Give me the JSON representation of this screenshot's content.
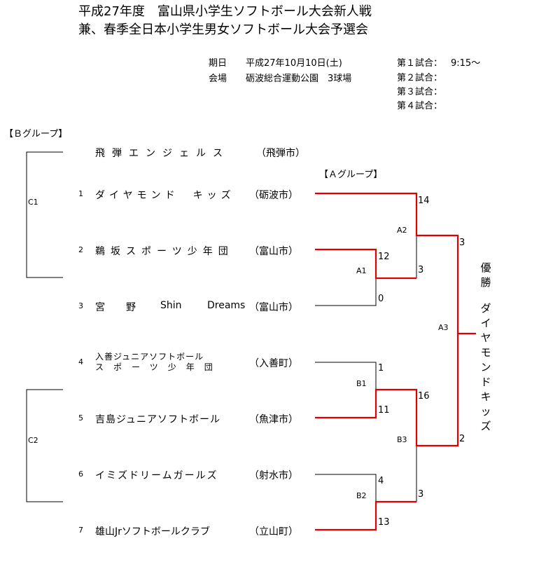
{
  "header": {
    "title_line1": "平成27年度　富山県小学生ソフトボール大会新人戦",
    "title_line2": "兼、春季全日本小学生男女ソフトボール大会予選会",
    "date_label": "期日",
    "date_value": "平成27年10月10日(土)",
    "venue_label": "会場",
    "venue_value": "砺波総合運動公園　3球場",
    "games": [
      {
        "label": "第１試合：",
        "time": "9:15～"
      },
      {
        "label": "第２試合：",
        "time": ""
      },
      {
        "label": "第３試合：",
        "time": ""
      },
      {
        "label": "第４試合：",
        "time": ""
      }
    ]
  },
  "groups": {
    "b_group": "【Ｂグループ】",
    "a_group": "【Ａグループ】"
  },
  "teams": [
    {
      "seed": "",
      "name": "飛弾エンジェルス",
      "city": "（飛弾市）"
    },
    {
      "seed": "1",
      "name": "ダイヤモンド　キッズ",
      "city": "（砺波市）"
    },
    {
      "seed": "2",
      "name": "鵜坂スポーツ少年団",
      "city": "（富山市）"
    },
    {
      "seed": "3",
      "name_a": "宮　野",
      "name_b": "Shin",
      "name_c": "Dreams",
      "city": "（富山市）"
    },
    {
      "seed": "4",
      "name_line1": "入善ジュニアソフトボール",
      "name_line2": "スポーツ少年団",
      "city": "（入善町）"
    },
    {
      "seed": "5",
      "name": "吉島ジュニアソフトボール",
      "city": "（魚津市）"
    },
    {
      "seed": "6",
      "name": "イミズドリームガールズ",
      "city": "（射水市）"
    },
    {
      "seed": "7",
      "name": "雄山Jrソフトボールクラブ",
      "city": "（立山町）"
    }
  ],
  "matches": {
    "C1": "C1",
    "C2": "C2",
    "A1": "A1",
    "A2": "A2",
    "A3": "A3",
    "B1": "B1",
    "B2": "B2",
    "B3": "B3"
  },
  "scores": {
    "a1_top": "12",
    "a1_bottom": "0",
    "a2_top": "14",
    "a2_bottom": "3",
    "b1_top": "1",
    "b1_bottom": "11",
    "b2_top": "4",
    "b2_bottom": "13",
    "b3_top": "16",
    "b3_bottom": "3",
    "a3_top": "3",
    "a3_bottom": "2"
  },
  "champion": {
    "label": "優勝",
    "team": "ダイヤモンドキッズ"
  },
  "colors": {
    "winner_line": "#e00000",
    "line": "#000000"
  }
}
